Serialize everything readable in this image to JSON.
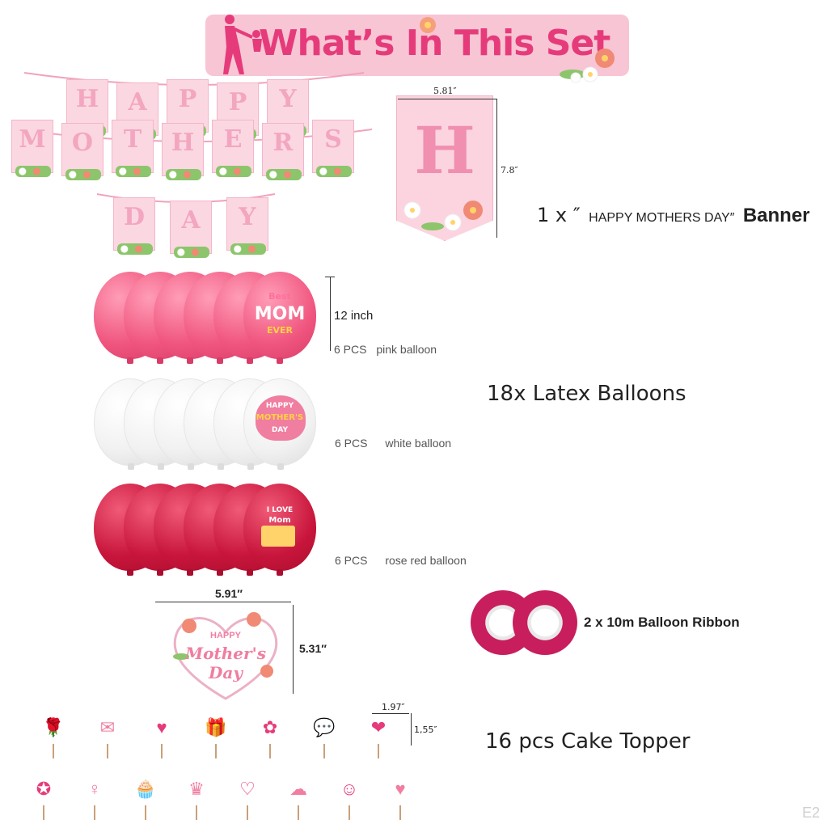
{
  "title": "What’s In This Set",
  "banner": {
    "width_label": "5.81″",
    "height_label": "7.8″",
    "qty_prefix": "1 x ″",
    "name": "HAPPY MOTHERS DAY″",
    "suffix": "Banner",
    "flag_rows": [
      [
        "H",
        "A",
        "P",
        "P",
        "Y"
      ],
      [
        "M",
        "O",
        "T",
        "H",
        "E",
        "R",
        "S"
      ],
      [
        "D",
        "A",
        "Y"
      ]
    ],
    "sample_letter": "H"
  },
  "balloons": {
    "size_label": "12 inch",
    "total_label": "18x Latex Balloons",
    "pink": {
      "qty": "6 PCS",
      "name": "pink balloon",
      "print_top": "Best",
      "print_mid": "MOM",
      "print_bot": "EVER"
    },
    "white": {
      "qty": "6 PCS",
      "name": "white balloon",
      "print_top": "HAPPY",
      "print_mid": "MOTHER'S",
      "print_bot": "DAY"
    },
    "rose": {
      "qty": "6 PCS",
      "name": "rose red balloon",
      "print_top": "I LOVE",
      "print_mid": "Mom"
    }
  },
  "centerpiece": {
    "width_label": "5.91″",
    "height_label": "5.31″",
    "line1": "HAPPY",
    "line2": "Mother's",
    "line3": "Day"
  },
  "ribbon": {
    "label": "2 x 10m Balloon Ribbon"
  },
  "toppers": {
    "label": "16 pcs Cake Topper",
    "width_label": "1.97″",
    "height_label": "1,55″",
    "row1": [
      "roses-icon",
      "envelope-icon",
      "heart-icon",
      "gift-icon",
      "flower-envelope-icon",
      "speech-bubble-icon",
      "heart-flowers-icon"
    ],
    "row2": [
      "badge-icon",
      "mom-icon",
      "cupcake-icon",
      "crown-icon",
      "hands-heart-icon",
      "cloud-icon",
      "mom-child-icon",
      "mom-heart-icon"
    ]
  },
  "watermark": "E2",
  "colors": {
    "pink": "#f0557f",
    "rose": "#c8153b",
    "title": "#e63b7a",
    "title_bg": "#f7c5d4"
  }
}
